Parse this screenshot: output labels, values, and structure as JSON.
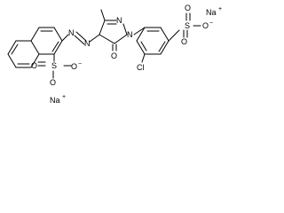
{
  "molecule": {
    "substituents": {
      "methyl": "CH3",
      "sulfonate_top": "SO3",
      "sulfonate_bottom": "SO3",
      "chloro": "Cl"
    },
    "labels": {
      "na_top": "Na",
      "na_top_charge": "+",
      "na_bottom": "Na",
      "na_bottom_charge": "+",
      "n_azo_1": "N",
      "n_azo_2": "N",
      "n_pyrazole_1": "N",
      "n_pyrazole_2": "N",
      "o_carbonyl": "O",
      "s_top": "S",
      "o_top_up": "O",
      "o_top_down": "O",
      "o_top_minus": "O",
      "o_top_minus_charge": "−",
      "s_bottom": "S",
      "o_bottom_up": "O",
      "o_bottom_down": "O",
      "o_bottom_minus": "O",
      "o_bottom_minus_charge": "−",
      "cl": "Cl"
    }
  }
}
